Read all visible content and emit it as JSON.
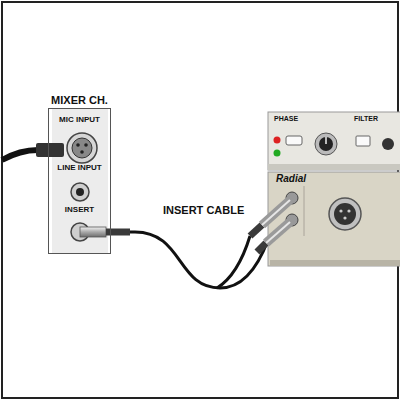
{
  "diagram": {
    "nodes": [
      {
        "text": [
          "MIXER CH.",
          "MIC INPUT",
          "LINE INPUT",
          "INSERT"
        ]
      },
      {
        "text": [
          "PHASE",
          "FILTER",
          "Radial"
        ]
      }
    ],
    "edges": [
      {
        "from": 0,
        "to": 1,
        "arrow": "none",
        "label": "INSERT CABLE"
      }
    ]
  }
}
